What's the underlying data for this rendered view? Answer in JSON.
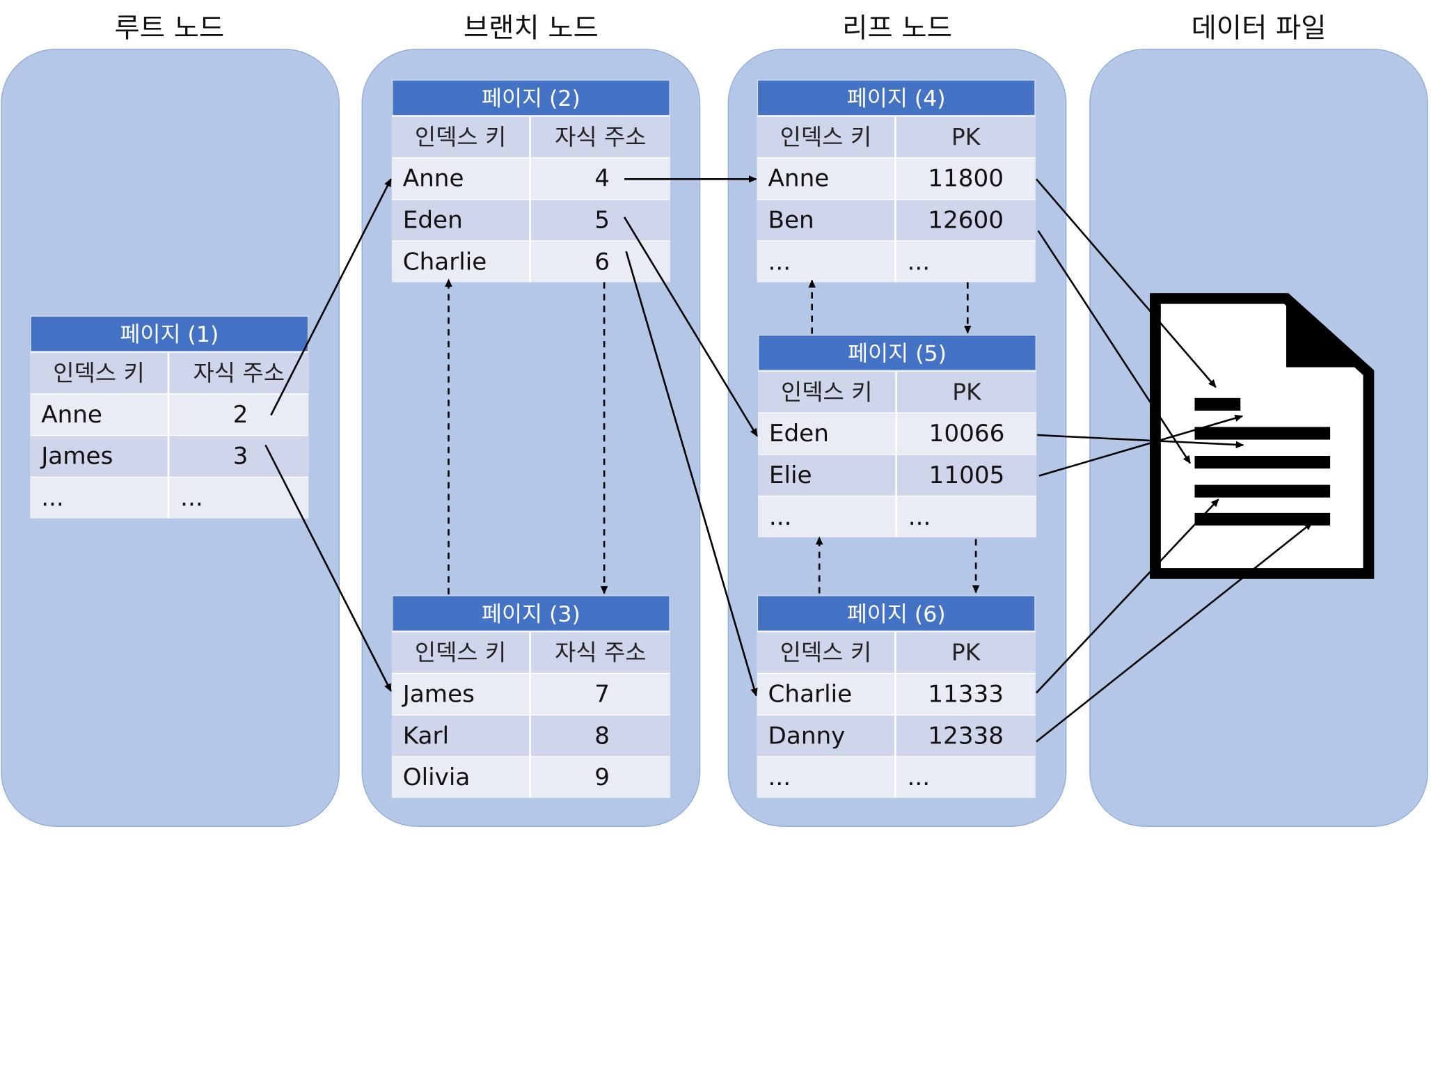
{
  "columns": [
    "루트 노드",
    "브랜치 노드",
    "리프 노드",
    "데이터 파일"
  ],
  "pages": {
    "p1": {
      "title": "페이지 (1)",
      "headers": [
        "인덱스 키",
        "자식 주소"
      ],
      "rows": [
        [
          "Anne",
          "2"
        ],
        [
          "James",
          "3"
        ],
        [
          "...",
          "..."
        ]
      ]
    },
    "p2": {
      "title": "페이지 (2)",
      "headers": [
        "인덱스 키",
        "자식 주소"
      ],
      "rows": [
        [
          "Anne",
          "4"
        ],
        [
          "Eden",
          "5"
        ],
        [
          "Charlie",
          "6"
        ]
      ]
    },
    "p3": {
      "title": "페이지 (3)",
      "headers": [
        "인덱스 키",
        "자식 주소"
      ],
      "rows": [
        [
          "James",
          "7"
        ],
        [
          "Karl",
          "8"
        ],
        [
          "Olivia",
          "9"
        ]
      ]
    },
    "p4": {
      "title": "페이지 (4)",
      "headers": [
        "인덱스 키",
        "PK"
      ],
      "rows": [
        [
          "Anne",
          "11800"
        ],
        [
          "Ben",
          "12600"
        ],
        [
          "...",
          "..."
        ]
      ]
    },
    "p5": {
      "title": "페이지 (5)",
      "headers": [
        "인덱스 키",
        "PK"
      ],
      "rows": [
        [
          "Eden",
          "10066"
        ],
        [
          "Elie",
          "11005"
        ],
        [
          "...",
          "..."
        ]
      ]
    },
    "p6": {
      "title": "페이지 (6)",
      "headers": [
        "인덱스 키",
        "PK"
      ],
      "rows": [
        [
          "Charlie",
          "11333"
        ],
        [
          "Danny",
          "12338"
        ],
        [
          "...",
          "..."
        ]
      ]
    }
  },
  "icons": {
    "data_file": "document-icon"
  },
  "colors": {
    "lane": "#b4c7e7",
    "page_header": "#4472c4",
    "row_dark": "#cfd5ea",
    "row_light": "#e9ecf5"
  }
}
